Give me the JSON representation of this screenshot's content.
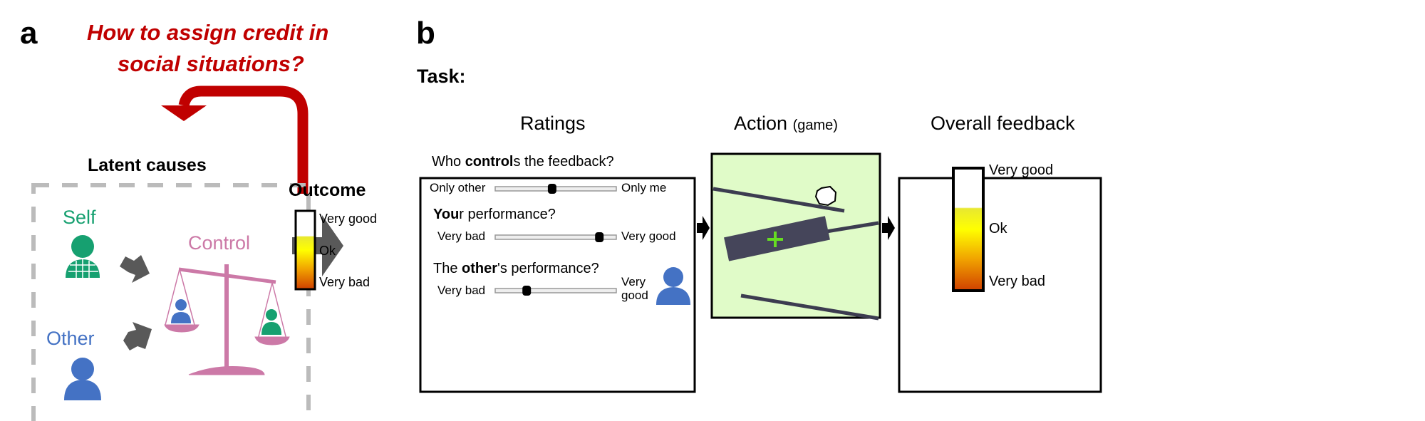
{
  "panel_a": {
    "label": "a",
    "question_line1": "How to assign credit in",
    "question_line2": "social situations?",
    "latent_title": "Latent causes",
    "self": "Self",
    "other": "Other",
    "control": "Control",
    "outcome_title": "Outcome",
    "scale": {
      "top": "Very good",
      "mid": "Ok",
      "bottom": "Very bad"
    },
    "colors": {
      "red": "#c00000",
      "self": "#16a070",
      "other": "#4472c4",
      "control": "#cc79a7",
      "arrow": "#595959"
    }
  },
  "panel_b": {
    "label": "b",
    "task": "Task:",
    "ratings": {
      "title": "Ratings",
      "q1": {
        "pre": "Who ",
        "bold": "control",
        "post": "s the feedback?",
        "left": "Only other",
        "right": "Only me",
        "value": 0.47
      },
      "q2": {
        "bold": "You",
        "post": "r performance?",
        "left": "Very bad",
        "right": "Very good",
        "value": 0.86
      },
      "q3": {
        "pre": "The ",
        "bold": "other",
        "post": "'s performance?",
        "left": "Very bad",
        "right_line1": "Very",
        "right_line2": "good",
        "value": 0.26
      }
    },
    "action": {
      "title": "Action",
      "subtitle": "(game)",
      "bg": "#e0fbc8"
    },
    "feedback": {
      "title": "Overall feedback",
      "top": "Very good",
      "mid": "Ok",
      "bottom": "Very bad"
    }
  }
}
